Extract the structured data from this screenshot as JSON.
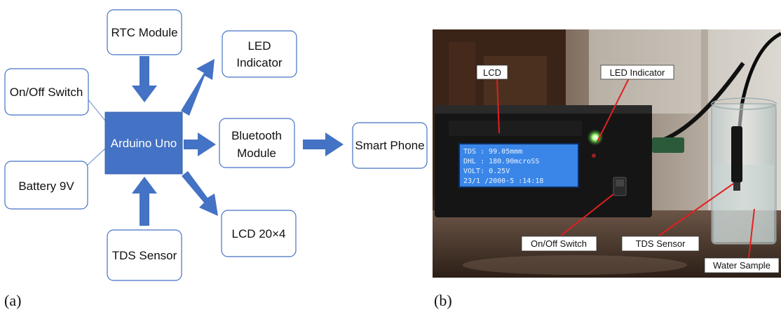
{
  "diagram": {
    "nodes": {
      "rtc": "RTC Module",
      "led": [
        "LED",
        "Indicator"
      ],
      "onoff": "On/Off Switch",
      "arduino": "Arduino Uno",
      "bluetooth": [
        "Bluetooth",
        "Module"
      ],
      "smartphone": "Smart Phone",
      "battery": "Battery 9V",
      "tds": "TDS Sensor",
      "lcd": "LCD 20×4"
    },
    "colors": {
      "arduino_fill": "#4472c4",
      "arrow_fill": "#4472c4",
      "box_stroke": "#4472c4"
    }
  },
  "photo": {
    "labels": {
      "lcd": "LCD",
      "led": "LED Indicator",
      "onoff": "On/Off Switch",
      "tds": "TDS Sensor",
      "water": "Water Sample"
    },
    "lcd_screen": [
      "TDS : 99.05mmm",
      "DHL : 180.90mcroSS",
      "VOLT: 0.25V",
      "23/1 /2000-5 :14:18"
    ],
    "colors": {
      "label_line": "#e02020",
      "led_glow": "#7dff5a",
      "lcd_bg": "#3a86e8"
    }
  },
  "captions": {
    "a": "(a)",
    "b": "(b)"
  }
}
